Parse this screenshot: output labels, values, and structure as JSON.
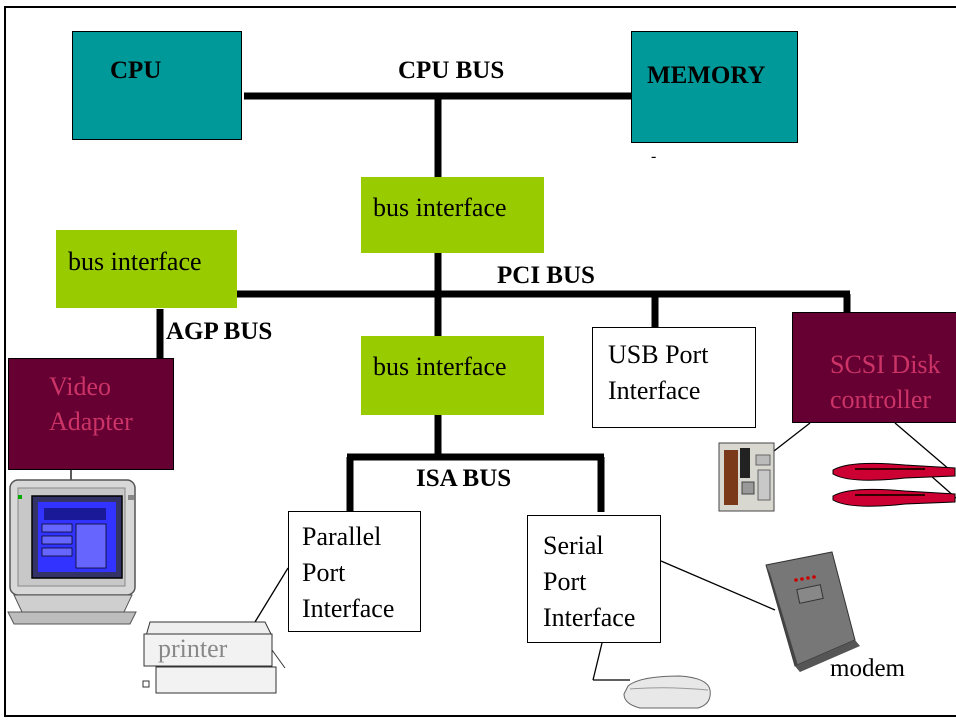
{
  "blocks": {
    "cpu": "CPU",
    "memory": "MEMORY",
    "bus_interface_top": "bus interface",
    "bus_interface_left": "bus interface",
    "bus_interface_mid": "bus interface",
    "usb_line1": "USB Port",
    "usb_line2": "Interface",
    "scsi_line1": "SCSI Disk",
    "scsi_line2": "controller",
    "video_line1": "Video",
    "video_line2": "Adapter",
    "parallel_line1": "Parallel",
    "parallel_line2": "Port",
    "parallel_line3": "Interface",
    "serial_line1": "Serial",
    "serial_line2": "Port",
    "serial_line3": "Interface"
  },
  "buses": {
    "cpu_bus": "CPU BUS",
    "pci_bus": "PCI BUS",
    "agp_bus": "AGP BUS",
    "isa_bus": "ISA BUS"
  },
  "devices": {
    "printer": "printer",
    "modem": "modem",
    "memory_note": "-"
  },
  "colors": {
    "teal": "#009999",
    "green": "#99cc00",
    "maroon": "#660033",
    "maroon_text": "#cc3366",
    "disk_red": "#cc0033"
  }
}
